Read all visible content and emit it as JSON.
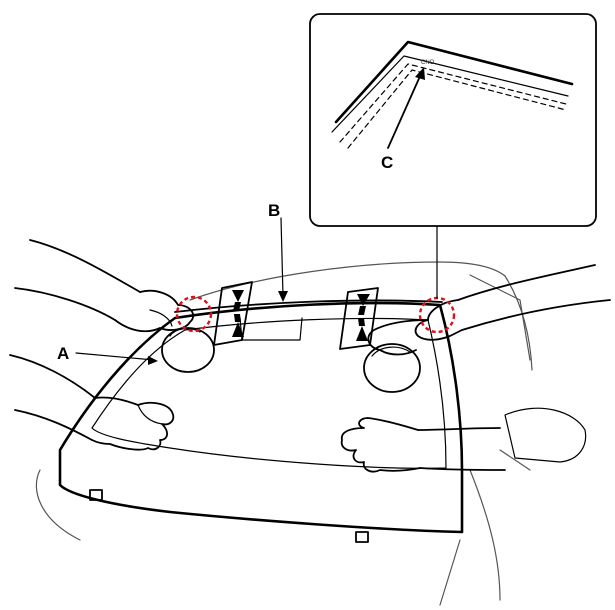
{
  "labels": {
    "a": "A",
    "b": "B",
    "c": "C"
  },
  "detail_marking": "CNO",
  "colors": {
    "line": "#000000",
    "highlight_circle": "#e0101a",
    "background": "#ffffff"
  }
}
